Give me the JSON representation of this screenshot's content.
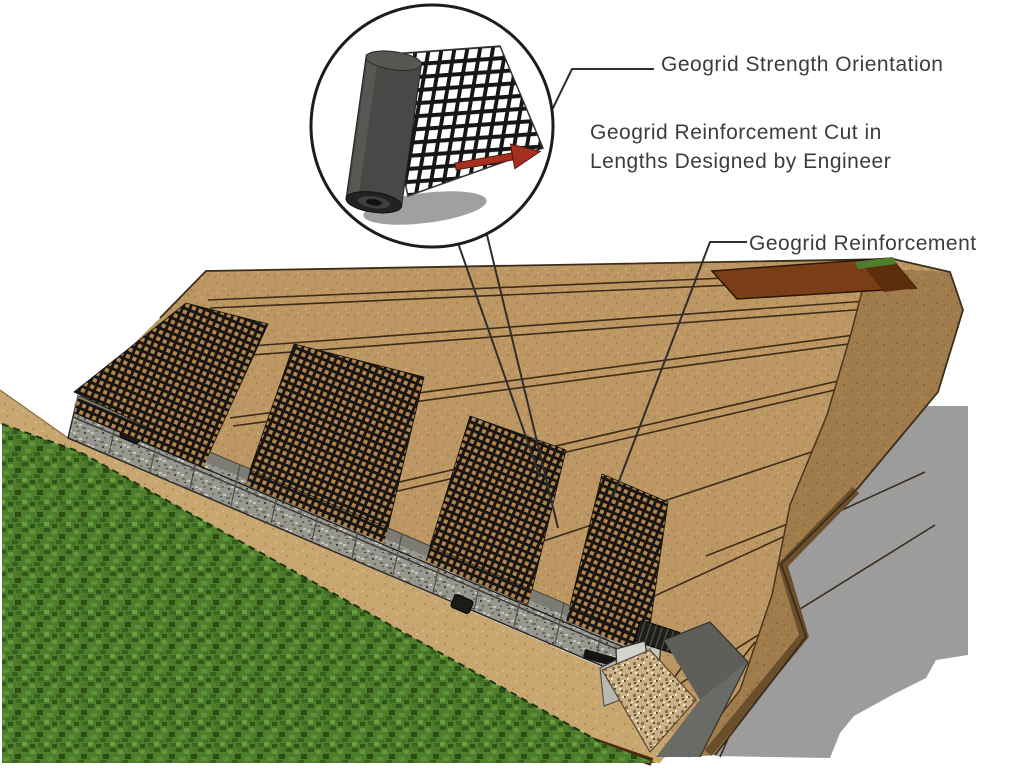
{
  "diagram": {
    "annotations": {
      "strength_orientation": "Geogrid Strength Orientation",
      "cut_lengths_line1": "Geogrid Reinforcement Cut in",
      "cut_lengths_line2": "Lengths Designed by Engineer",
      "reinforcement": "Geogrid Reinforcement"
    },
    "colors": {
      "label_text": "#3c3c3c",
      "leader_line": "#2e2e2e",
      "soil_tan": "#bd9763",
      "soil_dark_face": "#a07c4c",
      "topsoil_brown": "#7a3e16",
      "grass_green": "#4e7d2c",
      "wall_gray": "#98978f",
      "shadow_gray": "#9c9c9c",
      "geogrid_black": "#181715",
      "gravel_tan": "#c9b28a",
      "drain_gray": "#5e5e5b",
      "arrow_red": "#a6301f"
    }
  }
}
